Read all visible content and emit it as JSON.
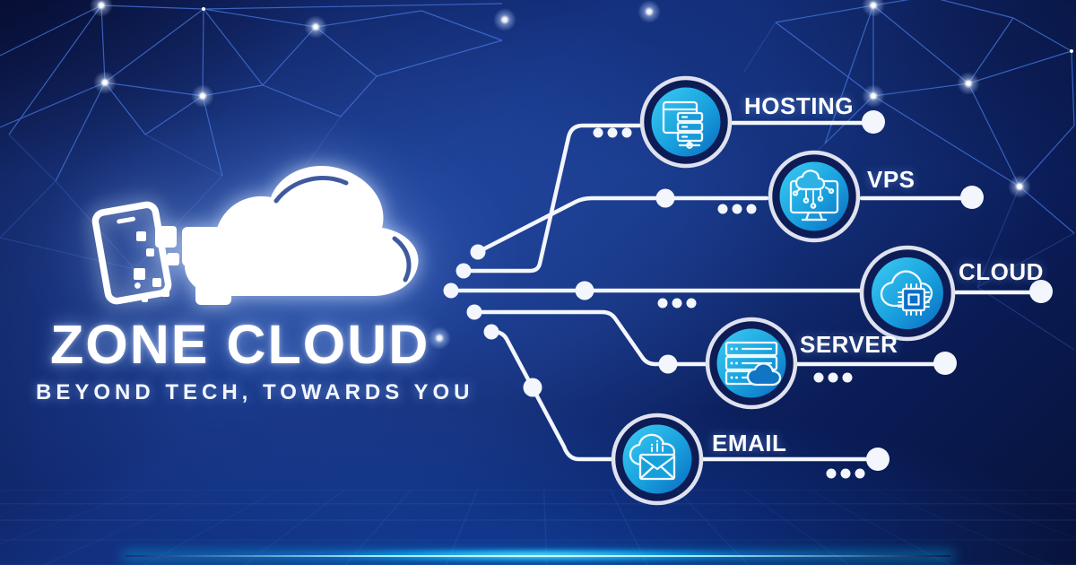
{
  "brand": {
    "name": "ZONE CLOUD",
    "tagline": "BEYOND TECH, TOWARDS YOU",
    "logo_icon": "phone-pixels-cloud-icon"
  },
  "services": [
    {
      "id": "hosting",
      "label": "HOSTING",
      "icon": "browser-server-icon"
    },
    {
      "id": "vps",
      "label": "VPS",
      "icon": "monitor-cloud-circuit-icon"
    },
    {
      "id": "cloud",
      "label": "CLOUD",
      "icon": "cloud-cpu-chip-icon"
    },
    {
      "id": "server",
      "label": "SERVER",
      "icon": "server-rack-cloud-icon"
    },
    {
      "id": "email",
      "label": "EMAIL",
      "icon": "cloud-envelope-icon"
    }
  ],
  "colors": {
    "background_navy": "#0c1f63",
    "accent_cyan": "#19c9f4",
    "node_gradient_start": "#3fd0f5",
    "node_gradient_end": "#0a63bd",
    "circuit_line_white": "#f3f6fc",
    "mesh_blue": "#4273d8"
  }
}
